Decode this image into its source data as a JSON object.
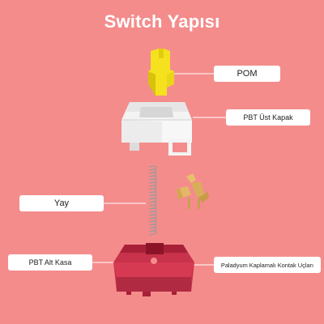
{
  "title": "Switch Yapısı",
  "labels": {
    "pom": "POM",
    "top_housing": "PBT Üst Kapak",
    "spring": "Yay",
    "bottom_housing": "PBT Alt Kasa",
    "contacts": "Paladyum Kaplamalı Kontak Uçları"
  },
  "colors": {
    "background": "#f48c8c",
    "stem": "#f5e11e",
    "top_housing": "#f3f3f3",
    "bottom_housing": "#c8324a",
    "contact_metal": "#d9ad5a",
    "spring": "#9a9a9a",
    "callout": "#ffffff"
  }
}
